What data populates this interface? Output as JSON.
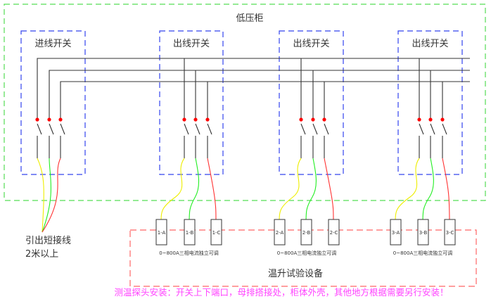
{
  "cabinet_title": "低压柜",
  "switches": [
    {
      "label": "进线开关"
    },
    {
      "label": "出线开关"
    },
    {
      "label": "出线开关"
    },
    {
      "label": "出线开关"
    }
  ],
  "test_units": [
    {
      "phases": [
        "1-A",
        "1-B",
        "1-C"
      ],
      "caption": "0~800A三相电流独立可调"
    },
    {
      "phases": [
        "2-A",
        "2-B",
        "2-C"
      ],
      "caption": "0~800A三相电流独立可调"
    },
    {
      "phases": [
        "3-A",
        "3-B",
        "3-C"
      ],
      "caption": "0~800A三相电流独立可调"
    }
  ],
  "equipment_title": "温升试验设备",
  "short_wire_note": [
    "引出短接线",
    "2米以上"
  ],
  "probe_note": "测温探头安装：开关上下端口，母排搭接处，柜体外壳，其他地方根据需要另行安装！",
  "colors": {
    "cabinet": "#44dd44",
    "switch_box": "#3344ee",
    "equipment": "#ff5555",
    "phaseA": "#eeee00",
    "phaseB": "#22ee22",
    "phaseC": "#ff3333",
    "note": "#ff44ff"
  }
}
